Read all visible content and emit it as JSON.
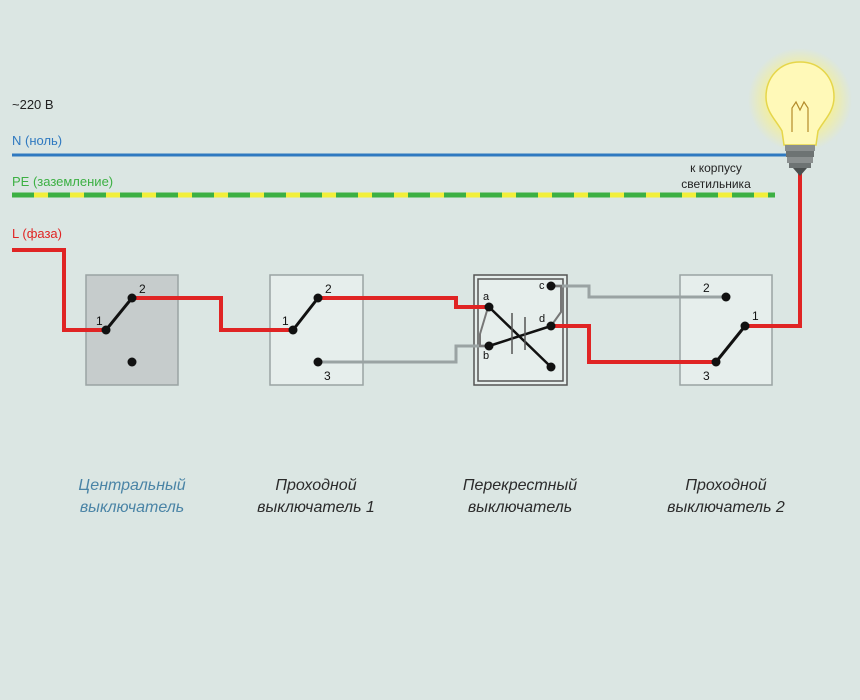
{
  "header": {
    "voltage": "~220 В",
    "neutral_label": "N (ноль)",
    "ground_label": "PE (заземление)",
    "phase_label": "L (фаза)",
    "lamp_note_line1": "к корпусу",
    "lamp_note_line2": "светильника"
  },
  "colors": {
    "background": "#dbe6e3",
    "neutral": "#2f79c0",
    "ground_green": "#3cb043",
    "ground_yellow": "#f2ef3a",
    "phase": "#e02424",
    "traveler": "#9aa3a3",
    "central_box": "#c6cccc",
    "switch_box": "#e6eeec",
    "central_caption": "#4a84a6"
  },
  "switches": {
    "central": {
      "caption_line1": "Центральный",
      "caption_line2": "выключатель",
      "t1": "1",
      "t2": "2"
    },
    "pass1": {
      "caption_line1": "Проходной",
      "caption_line2": "выключатель 1",
      "t1": "1",
      "t2": "2",
      "t3": "3"
    },
    "cross": {
      "caption_line1": "Перекрестный",
      "caption_line2": "выключатель",
      "a": "a",
      "b": "b",
      "c": "c",
      "d": "d"
    },
    "pass2": {
      "caption_line1": "Проходной",
      "caption_line2": "выключатель 2",
      "t1": "1",
      "t2": "2",
      "t3": "3"
    }
  }
}
